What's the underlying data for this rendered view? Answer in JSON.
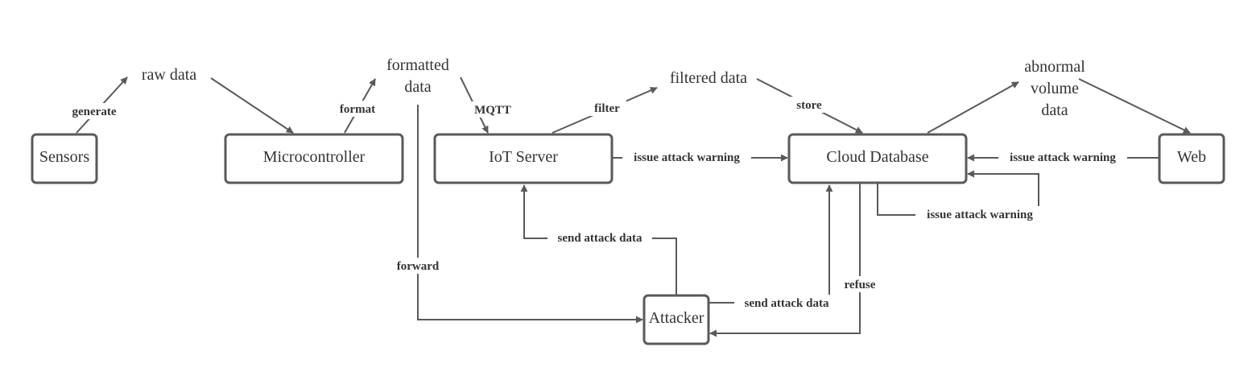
{
  "nodes": {
    "sensors": "Sensors",
    "microcontroller": "Microcontroller",
    "iot_server": "IoT Server",
    "cloud_database": "Cloud Database",
    "web": "Web",
    "attacker": "Attacker"
  },
  "data_labels": {
    "raw_data": "raw data",
    "formatted_data_line1": "formatted",
    "formatted_data_line2": "data",
    "filtered_data": "filtered data",
    "abnormal_line1": "abnormal",
    "abnormal_line2": "volume",
    "abnormal_line3": "data"
  },
  "edge_labels": {
    "generate": "generate",
    "format": "format",
    "mqtt": "MQTT",
    "filter": "filter",
    "store": "store",
    "issue_warning_iot": "issue attack warning",
    "issue_warning_web": "issue attack warning",
    "issue_warning_self": "issue attack warning",
    "send_attack_iot": "send attack data",
    "send_attack_cloud": "send attack data",
    "forward": "forward",
    "refuse": "refuse"
  },
  "colors": {
    "stroke": "#595959",
    "text": "#333333",
    "background": "#ffffff"
  }
}
